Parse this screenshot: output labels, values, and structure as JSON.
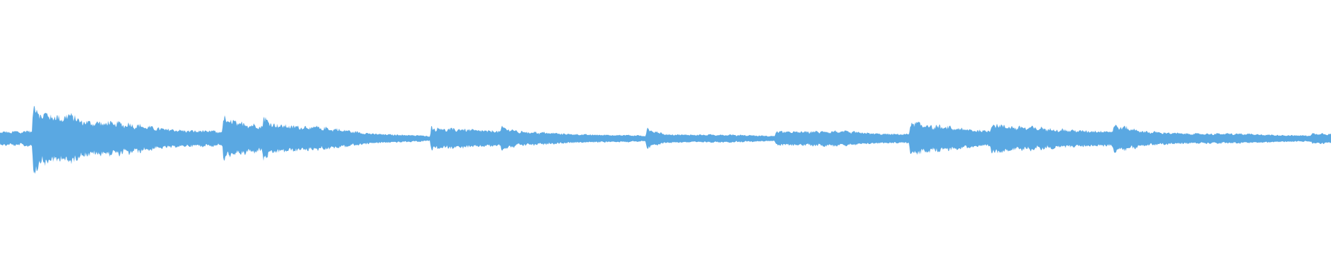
{
  "waveform": {
    "color": "#5aa8e2",
    "background": "#ffffff",
    "envelope": [
      [
        0.0,
        0.1
      ],
      [
        0.018,
        0.1
      ],
      [
        0.024,
        0.12
      ],
      [
        0.025,
        0.48
      ],
      [
        0.03,
        0.38
      ],
      [
        0.04,
        0.36
      ],
      [
        0.047,
        0.34
      ],
      [
        0.053,
        0.42
      ],
      [
        0.06,
        0.3
      ],
      [
        0.07,
        0.26
      ],
      [
        0.08,
        0.24
      ],
      [
        0.09,
        0.22
      ],
      [
        0.1,
        0.2
      ],
      [
        0.11,
        0.18
      ],
      [
        0.12,
        0.16
      ],
      [
        0.13,
        0.15
      ],
      [
        0.14,
        0.13
      ],
      [
        0.15,
        0.12
      ],
      [
        0.16,
        0.11
      ],
      [
        0.167,
        0.1
      ],
      [
        0.168,
        0.3
      ],
      [
        0.175,
        0.24
      ],
      [
        0.185,
        0.22
      ],
      [
        0.197,
        0.2
      ],
      [
        0.198,
        0.35
      ],
      [
        0.205,
        0.24
      ],
      [
        0.22,
        0.2
      ],
      [
        0.24,
        0.16
      ],
      [
        0.26,
        0.12
      ],
      [
        0.28,
        0.08
      ],
      [
        0.3,
        0.06
      ],
      [
        0.32,
        0.04
      ],
      [
        0.323,
        0.03
      ],
      [
        0.324,
        0.16
      ],
      [
        0.335,
        0.14
      ],
      [
        0.35,
        0.15
      ],
      [
        0.365,
        0.13
      ],
      [
        0.376,
        0.12
      ],
      [
        0.377,
        0.18
      ],
      [
        0.39,
        0.1
      ],
      [
        0.42,
        0.08
      ],
      [
        0.45,
        0.06
      ],
      [
        0.47,
        0.05
      ],
      [
        0.485,
        0.04
      ],
      [
        0.486,
        0.14
      ],
      [
        0.5,
        0.07
      ],
      [
        0.53,
        0.06
      ],
      [
        0.56,
        0.05
      ],
      [
        0.582,
        0.04
      ],
      [
        0.583,
        0.12
      ],
      [
        0.6,
        0.11
      ],
      [
        0.64,
        0.1
      ],
      [
        0.66,
        0.08
      ],
      [
        0.683,
        0.07
      ],
      [
        0.684,
        0.25
      ],
      [
        0.7,
        0.18
      ],
      [
        0.73,
        0.14
      ],
      [
        0.744,
        0.13
      ],
      [
        0.745,
        0.25
      ],
      [
        0.76,
        0.18
      ],
      [
        0.79,
        0.14
      ],
      [
        0.836,
        0.12
      ],
      [
        0.837,
        0.2
      ],
      [
        0.86,
        0.1
      ],
      [
        0.9,
        0.08
      ],
      [
        0.95,
        0.06
      ],
      [
        0.985,
        0.05
      ],
      [
        0.986,
        0.08
      ],
      [
        1.0,
        0.07
      ]
    ]
  }
}
